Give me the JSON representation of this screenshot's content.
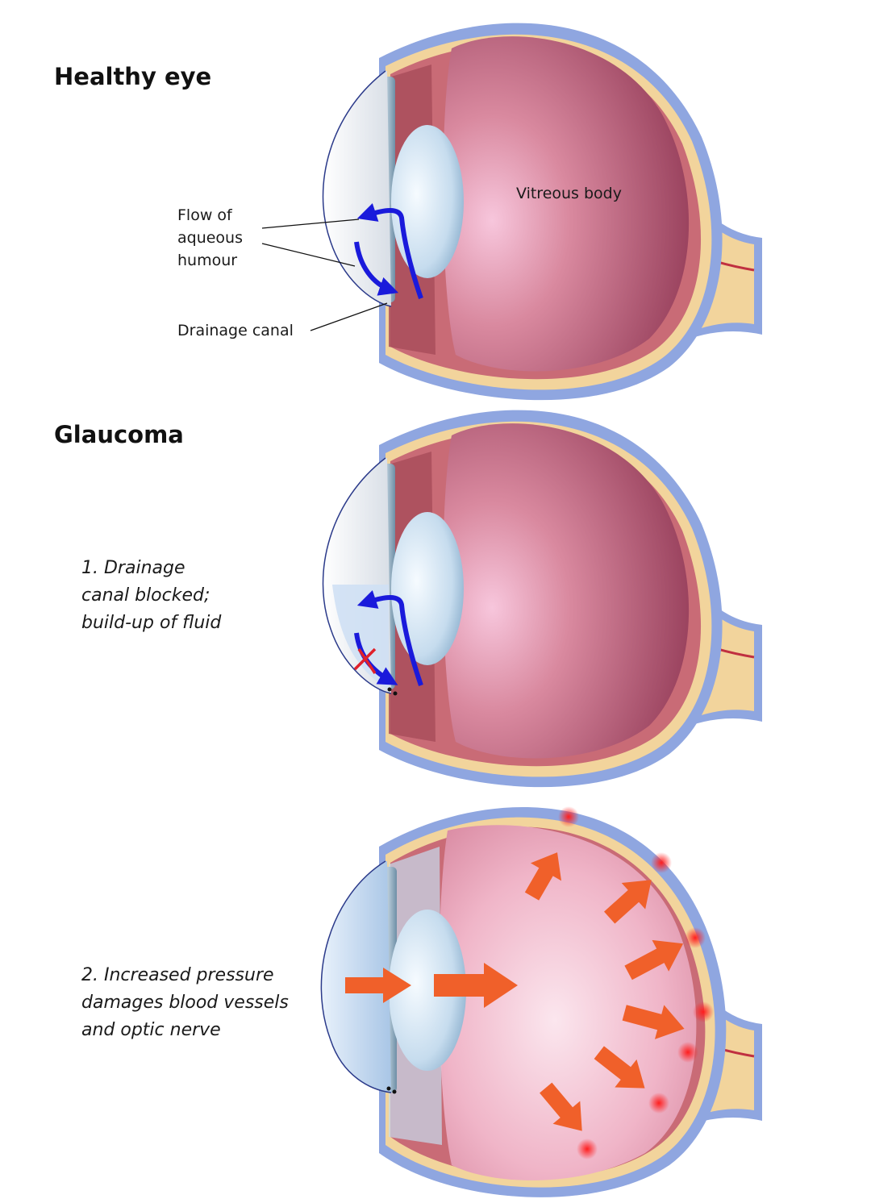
{
  "healthy": {
    "title": "Healthy eye",
    "vitreous_label": "Vitreous body",
    "flow_label": [
      "Flow of",
      "aqueous",
      "humour"
    ],
    "drainage_label": "Drainage canal"
  },
  "glaucoma": {
    "title": "Glaucoma",
    "step1": [
      "1. Drainage",
      "canal blocked;",
      "build-up of fluid"
    ],
    "step2": [
      "2. Increased pressure",
      "damages blood vessels",
      "and optic nerve"
    ]
  },
  "colors": {
    "sclera_outer": "#8fa6e0",
    "retina": "#f2d49c",
    "choroid": "#c96b76",
    "vitreous": "#b5566c",
    "flow_arrow": "#1a1adb",
    "block_mark": "#e0202a",
    "pressure_arrow": "#f0602a",
    "damage_spot": "#ff2a2a"
  },
  "icons": [
    "flow-arrow-icon",
    "blocked-x-icon",
    "pressure-arrow-icon",
    "damage-spot-icon"
  ]
}
